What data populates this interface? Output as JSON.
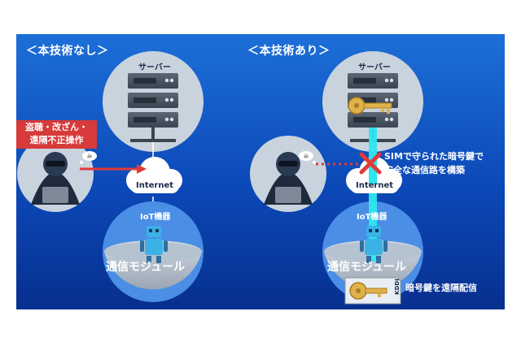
{
  "left_panel": {
    "heading": "＜本技術なし＞",
    "server_label": "サーバー",
    "threat_label": [
      "盗聴・改ざん・",
      "遠隔不正操作"
    ],
    "cloud_label": "Internet",
    "device_label": "IoT機器",
    "module_label": "通信モジュール"
  },
  "right_panel": {
    "heading": "＜本技術あり＞",
    "server_label": "サーバー",
    "secure_note": [
      "SIMで守られた暗号鍵で",
      "安全な通信路を構築"
    ],
    "cloud_label": "Internet",
    "device_label": "IoT機器",
    "module_label": "通信モジュール",
    "key_delivery_label": "暗号鍵を遠隔配信",
    "sim_label": "KDDI"
  },
  "colors": {
    "background_top": "#1d6fd8",
    "background_bottom": "#072f8f",
    "warning_red": "#d73a3a",
    "secure_cyan": "#2ee6ef",
    "key_gold": "#e0b24a"
  }
}
